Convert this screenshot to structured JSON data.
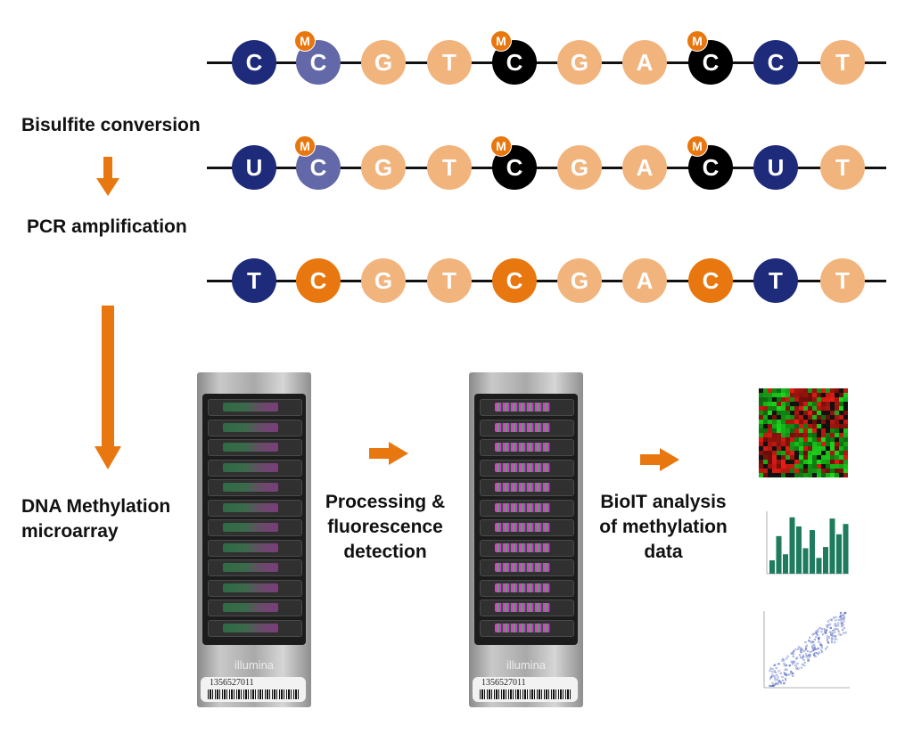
{
  "sequences": [
    {
      "bases": [
        {
          "letter": "C",
          "color": "#1E2A7A",
          "methylated": false
        },
        {
          "letter": "C",
          "color": "#6369A8",
          "methylated": true
        },
        {
          "letter": "G",
          "color": "#F2B47D",
          "methylated": false
        },
        {
          "letter": "T",
          "color": "#F2B47D",
          "methylated": false
        },
        {
          "letter": "C",
          "color": "#000000",
          "methylated": true
        },
        {
          "letter": "G",
          "color": "#F2B47D",
          "methylated": false
        },
        {
          "letter": "A",
          "color": "#F2B47D",
          "methylated": false
        },
        {
          "letter": "C",
          "color": "#000000",
          "methylated": true
        },
        {
          "letter": "C",
          "color": "#1E2A7A",
          "methylated": false
        },
        {
          "letter": "T",
          "color": "#F2B47D",
          "methylated": false
        }
      ]
    },
    {
      "bases": [
        {
          "letter": "U",
          "color": "#1E2A7A",
          "methylated": false
        },
        {
          "letter": "C",
          "color": "#6369A8",
          "methylated": true
        },
        {
          "letter": "G",
          "color": "#F2B47D",
          "methylated": false
        },
        {
          "letter": "T",
          "color": "#F2B47D",
          "methylated": false
        },
        {
          "letter": "C",
          "color": "#000000",
          "methylated": true
        },
        {
          "letter": "G",
          "color": "#F2B47D",
          "methylated": false
        },
        {
          "letter": "A",
          "color": "#F2B47D",
          "methylated": false
        },
        {
          "letter": "C",
          "color": "#000000",
          "methylated": true
        },
        {
          "letter": "U",
          "color": "#1E2A7A",
          "methylated": false
        },
        {
          "letter": "T",
          "color": "#F2B47D",
          "methylated": false
        }
      ]
    },
    {
      "bases": [
        {
          "letter": "T",
          "color": "#1E2A7A",
          "methylated": false
        },
        {
          "letter": "C",
          "color": "#E8770F",
          "methylated": false
        },
        {
          "letter": "G",
          "color": "#F2B47D",
          "methylated": false
        },
        {
          "letter": "T",
          "color": "#F2B47D",
          "methylated": false
        },
        {
          "letter": "C",
          "color": "#E8770F",
          "methylated": false
        },
        {
          "letter": "G",
          "color": "#F2B47D",
          "methylated": false
        },
        {
          "letter": "A",
          "color": "#F2B47D",
          "methylated": false
        },
        {
          "letter": "C",
          "color": "#E8770F",
          "methylated": false
        },
        {
          "letter": "T",
          "color": "#1E2A7A",
          "methylated": false
        },
        {
          "letter": "T",
          "color": "#F2B47D",
          "methylated": false
        }
      ]
    }
  ],
  "methyl_mark": "M",
  "steps": {
    "bisulfite": "Bisulfite conversion",
    "pcr": "PCR amplification",
    "microarray_line1": "DNA Methylation",
    "microarray_line2": "microarray",
    "processing_line1": "Processing &",
    "processing_line2": "fluorescence",
    "processing_line3": "detection",
    "bioit_line1": "BioIT analysis",
    "bioit_line2": "of methylation",
    "bioit_line3": "data"
  },
  "chips": [
    {
      "brand": "illumina",
      "barcode": "1356527011",
      "state": "unprocessed"
    },
    {
      "brand": "illumina",
      "barcode": "1356527011",
      "state": "processed"
    }
  ],
  "bar_chart_values": [
    0.22,
    0.62,
    0.32,
    0.93,
    0.78,
    0.42,
    0.72,
    0.26,
    0.44,
    0.91,
    0.65,
    0.82
  ],
  "colors": {
    "arrow": "#E8770F",
    "methylated_C": "#000000",
    "unmethylated_C": "#1E2A7A",
    "mark": "#E8770F",
    "bar": "#1E7B5E"
  }
}
